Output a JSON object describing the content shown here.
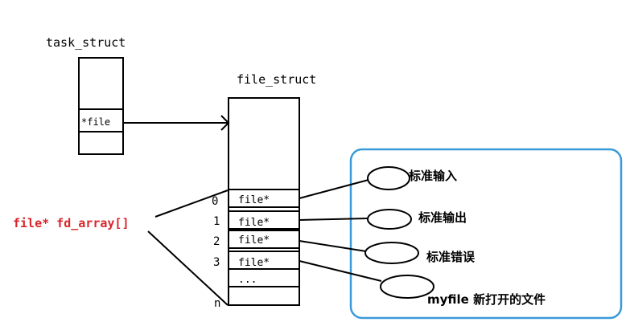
{
  "task_struct": {
    "title": "task_struct",
    "file_ptr": "*file"
  },
  "file_struct": {
    "title": "file_struct",
    "slots": [
      {
        "index": "0",
        "label": "file*"
      },
      {
        "index": "1",
        "label": "file*"
      },
      {
        "index": "2",
        "label": "file*"
      },
      {
        "index": "3",
        "label": "file*"
      },
      {
        "index": "",
        "label": "..."
      },
      {
        "index": "n",
        "label": ""
      }
    ]
  },
  "fd_array_label": "file* fd_array[]",
  "files": [
    {
      "label": "标准输入"
    },
    {
      "label": "标准输出"
    },
    {
      "label": "标准错误"
    },
    {
      "label": "myfile 新打开的文件"
    }
  ],
  "colors": {
    "fd_array_label": "#d9262c",
    "file_box_border": "#3a9ad9",
    "line": "#000000"
  }
}
